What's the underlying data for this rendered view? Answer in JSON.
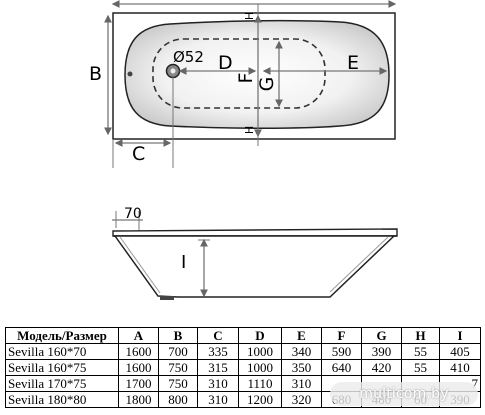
{
  "drawing": {
    "top_view_labels": {
      "outlet_diameter": "Ø52",
      "D": "D",
      "E": "E",
      "F": "F",
      "G": "G",
      "H_top": "H",
      "H_bottom": "H",
      "B": "B",
      "C": "C"
    },
    "side_view_labels": {
      "rim": "70",
      "I": "I"
    }
  },
  "table": {
    "headers": [
      "Модель/Размер",
      "A",
      "B",
      "C",
      "D",
      "E",
      "F",
      "G",
      "H",
      "I"
    ],
    "rows": [
      [
        "Sevilla 160*70",
        "1600",
        "700",
        "335",
        "1000",
        "340",
        "590",
        "390",
        "55",
        "405"
      ],
      [
        "Sevilla 160*75",
        "1600",
        "750",
        "315",
        "1000",
        "350",
        "640",
        "420",
        "55",
        "410"
      ],
      [
        "Sevilla 170*75",
        "1700",
        "750",
        "310",
        "1110",
        "310",
        "",
        "",
        "",
        "7"
      ],
      [
        "Sevilla 180*80",
        "1800",
        "800",
        "310",
        "1200",
        "320",
        "680",
        "480",
        "60",
        "390"
      ]
    ]
  },
  "watermark": "multicom.by"
}
